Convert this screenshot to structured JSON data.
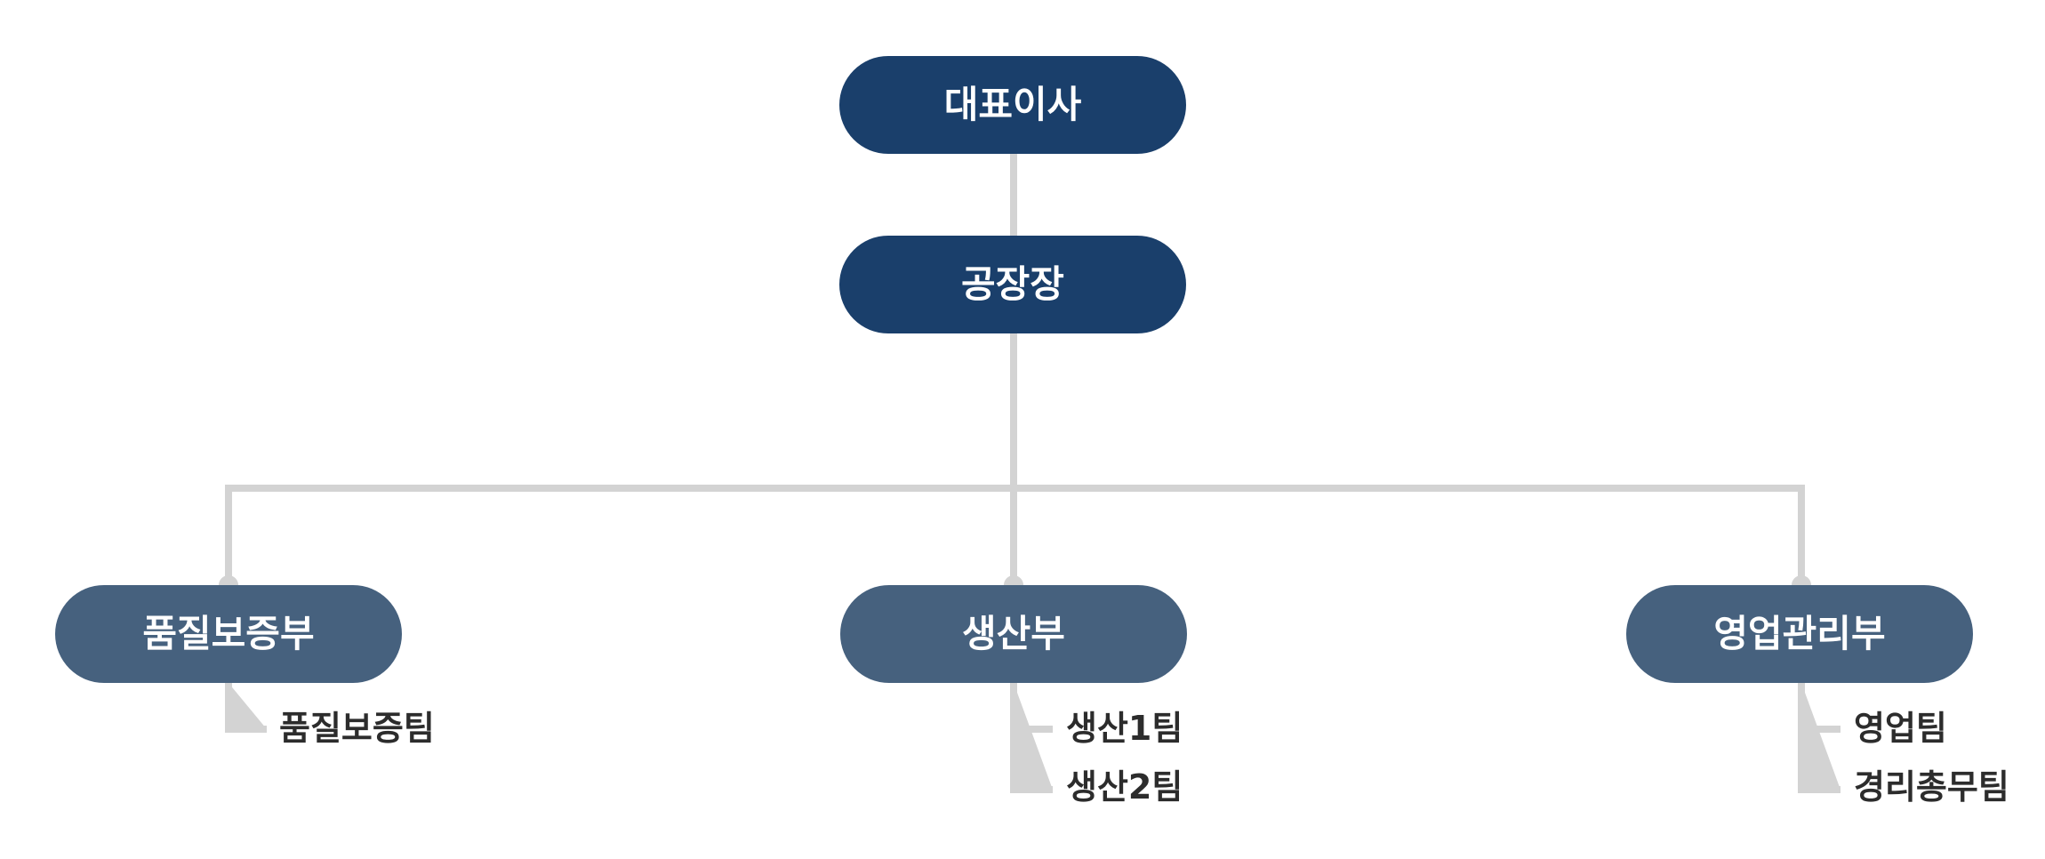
{
  "org": {
    "ceo": "대표이사",
    "plant_manager": "공장장",
    "departments": [
      {
        "name": "품질보증부",
        "teams": [
          "품질보증팀"
        ]
      },
      {
        "name": "생산부",
        "teams": [
          "생산1팀",
          "생산2팀"
        ]
      },
      {
        "name": "영업관리부",
        "teams": [
          "영업팀",
          "경리총무팀"
        ]
      }
    ]
  },
  "colors": {
    "top_node": "#1a3f6b",
    "dept_node": "#46617e",
    "connector": "#d3d3d3",
    "team_text": "#2c2c2c"
  }
}
